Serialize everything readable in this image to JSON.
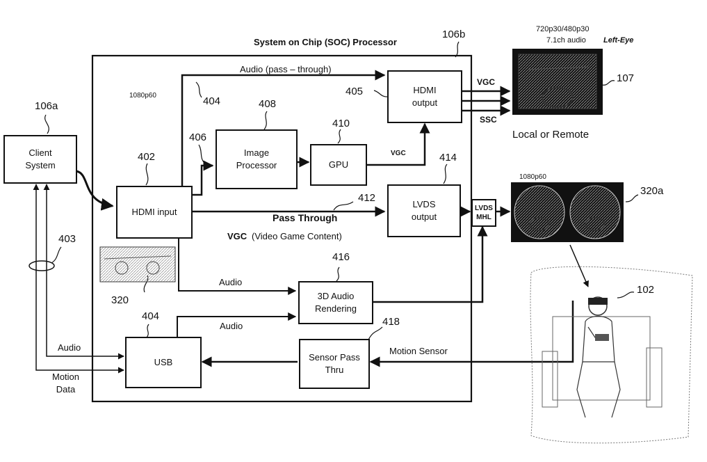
{
  "soc": {
    "title": "System on Chip (SOC) Processor",
    "ref": "106b"
  },
  "client": {
    "label": "Client\nSystem",
    "ref": "106a"
  },
  "blocks": {
    "hdmi_input": {
      "label": "HDMI input",
      "ref": "402"
    },
    "image_processor": {
      "label": "Image\nProcessor",
      "ref": "408"
    },
    "gpu": {
      "label": "GPU",
      "ref": "410"
    },
    "hdmi_output": {
      "label": "HDMI\noutput",
      "ref": "405"
    },
    "lvds_output": {
      "label": "LVDS\noutput",
      "ref": "414"
    },
    "lvds_mhl": {
      "label": "LVDS\nMHL"
    },
    "audio_3d": {
      "label": "3D Audio\nRendering",
      "ref": "416"
    },
    "usb": {
      "label": "USB",
      "ref": "404"
    },
    "sensor": {
      "label": "Sensor Pass\nThru",
      "ref": "418"
    }
  },
  "labels": {
    "audio_pass": "Audio (pass – through)",
    "res_1080p60": "1080p60",
    "ref_404_top": "404",
    "ref_406": "406",
    "vgc_small": "VGC",
    "pass_through": "Pass Through",
    "ref_412": "412",
    "vgc_content_prefix": "VGC",
    "vgc_content": "(Video Game Content)",
    "audio_to_3d": "Audio",
    "audio_from_usb": "Audio",
    "audio_left": "Audio",
    "motion_data": "Motion\nData",
    "ref_403": "403",
    "ref_320": "320",
    "motion_sensor": "Motion Sensor",
    "vgc_out": "VGC",
    "ssc_out": "SSC"
  },
  "display": {
    "res_top": "720p30/480p30",
    "audio_spec": "7.1ch audio",
    "left_eye": "Left-Eye",
    "ref": "107",
    "local_remote": "Local or Remote"
  },
  "hmd": {
    "res": "1080p60",
    "ref": "320a"
  },
  "user": {
    "ref": "102"
  }
}
